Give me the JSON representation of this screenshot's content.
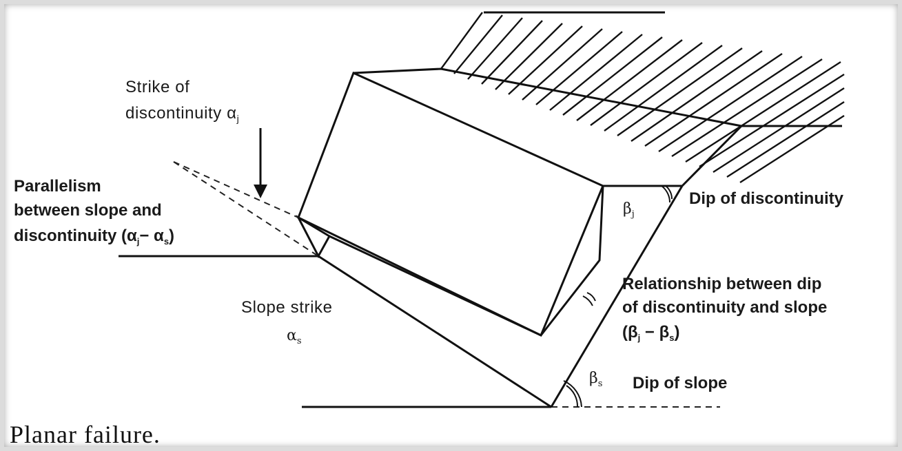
{
  "diagram": {
    "labels": {
      "strike_discontinuity_line1": "Strike of",
      "strike_discontinuity_line2": "discontinuity α",
      "strike_discontinuity_sub": "j",
      "parallelism_line1": "Parallelism",
      "parallelism_line2": "between slope and",
      "parallelism_line3": "discontinuity (α",
      "parallelism_line3_sub1": "j",
      "parallelism_line3_mid": "− α",
      "parallelism_line3_sub2": "s",
      "parallelism_line3_end": ")",
      "dip_discontinuity": "Dip of discontinuity",
      "beta_j": "β",
      "beta_j_sub": "j",
      "relationship_line1": "Relationship between dip",
      "relationship_line2": "of discontinuity and slope",
      "relationship_line3": "(β",
      "relationship_line3_sub1": "j",
      "relationship_line3_mid": " − β",
      "relationship_line3_sub2": "s",
      "relationship_line3_end": ")",
      "slope_strike": "Slope strike",
      "alpha_s": "α",
      "alpha_s_sub": "s",
      "beta_s": "β",
      "beta_s_sub": "s",
      "dip_slope": "Dip of slope"
    }
  },
  "caption": "Planar failure."
}
